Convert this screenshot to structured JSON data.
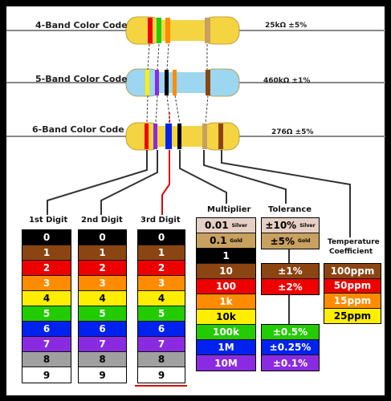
{
  "resistors": [
    {
      "label": "4-Band Color Code",
      "value": "25kΩ  ±5%"
    },
    {
      "label": "5-Band Color Code",
      "value": "460kΩ  ±1%"
    },
    {
      "label": "6-Band Color Code",
      "value": "276Ω  ±5%"
    }
  ],
  "headers": {
    "digit1": "1st Digit",
    "digit2": "2nd Digit",
    "digit3": "3rd Digit",
    "multiplier": "Multiplier",
    "tolerance": "Tolerance",
    "temp1": "Temperature",
    "temp2": "Coefficient"
  },
  "colors": {
    "black": "#000000",
    "brown": "#8B4513",
    "red": "#EE0000",
    "orange": "#FF8C00",
    "yellow": "#FFEE00",
    "green": "#22CC00",
    "blue": "#0022EE",
    "violet": "#8A2BE2",
    "gray": "#A0A0A0",
    "white": "#FFFFFF",
    "silver": "#E6CFC4",
    "gold": "#C8A060",
    "body_yellow": "#F5D442",
    "body_blue": "#9CD6F0",
    "highlight_red": "#E00000"
  },
  "digits": [
    "0",
    "1",
    "2",
    "3",
    "4",
    "5",
    "6",
    "7",
    "8",
    "9"
  ],
  "digit_colors": [
    "black",
    "brown",
    "red",
    "orange",
    "yellow",
    "green",
    "blue",
    "violet",
    "gray",
    "white"
  ],
  "multiplier": [
    {
      "text": "0.01",
      "tag": "Silver",
      "color": "silver"
    },
    {
      "text": "0.1",
      "tag": "Gold",
      "color": "gold"
    },
    {
      "text": "1",
      "color": "black"
    },
    {
      "text": "10",
      "color": "brown"
    },
    {
      "text": "100",
      "color": "red"
    },
    {
      "text": "1k",
      "color": "orange"
    },
    {
      "text": "10k",
      "color": "yellow"
    },
    {
      "text": "100k",
      "color": "green"
    },
    {
      "text": "1M",
      "color": "blue"
    },
    {
      "text": "10M",
      "color": "violet"
    }
  ],
  "tolerance_top": [
    {
      "text": "±10%",
      "tag": "Silver",
      "color": "silver"
    },
    {
      "text": "±5%",
      "tag": "Gold",
      "color": "gold"
    }
  ],
  "tolerance_mid": [
    {
      "text": "±1%",
      "color": "brown"
    },
    {
      "text": "±2%",
      "color": "red"
    }
  ],
  "tolerance_bot": [
    {
      "text": "±0.5%",
      "color": "green"
    },
    {
      "text": "±0.25%",
      "color": "blue"
    },
    {
      "text": "±0.1%",
      "color": "violet"
    }
  ],
  "tempco": [
    {
      "text": "100ppm",
      "color": "brown"
    },
    {
      "text": "50ppm",
      "color": "red"
    },
    {
      "text": "15ppm",
      "color": "orange"
    },
    {
      "text": "25ppm",
      "color": "yellow"
    }
  ]
}
